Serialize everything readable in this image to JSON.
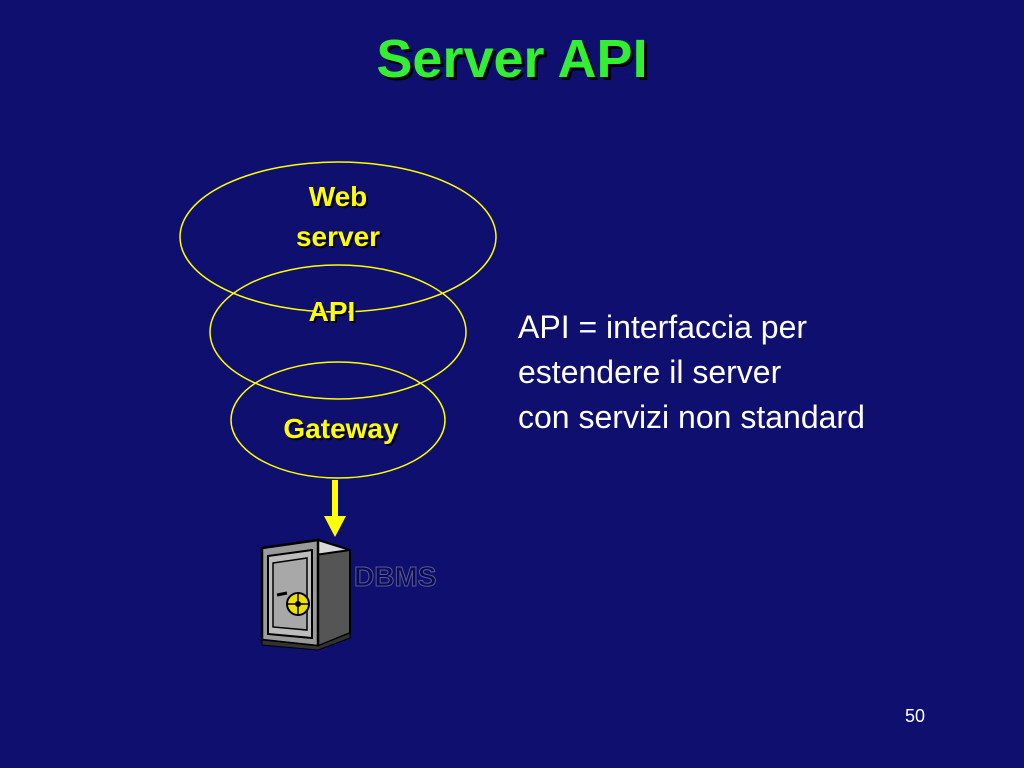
{
  "slide": {
    "title": "Server API",
    "page_number": "50",
    "background_color": "#0f0f6f",
    "title_color": "#33ee33",
    "accent_color": "#ffff00",
    "text_color": "#ffffff"
  },
  "diagram": {
    "nodes": {
      "web_server": {
        "line1": "Web",
        "line2": "server"
      },
      "api": {
        "label": "API"
      },
      "gateway": {
        "label": "Gateway"
      },
      "dbms": {
        "label": "DBMS",
        "icon": "safe-database-icon"
      }
    },
    "arrow": {
      "from": "gateway",
      "to": "dbms",
      "icon": "arrow-down-icon"
    }
  },
  "description": {
    "lines": [
      "API = interfaccia per",
      "estendere il server",
      "con servizi non standard"
    ]
  }
}
